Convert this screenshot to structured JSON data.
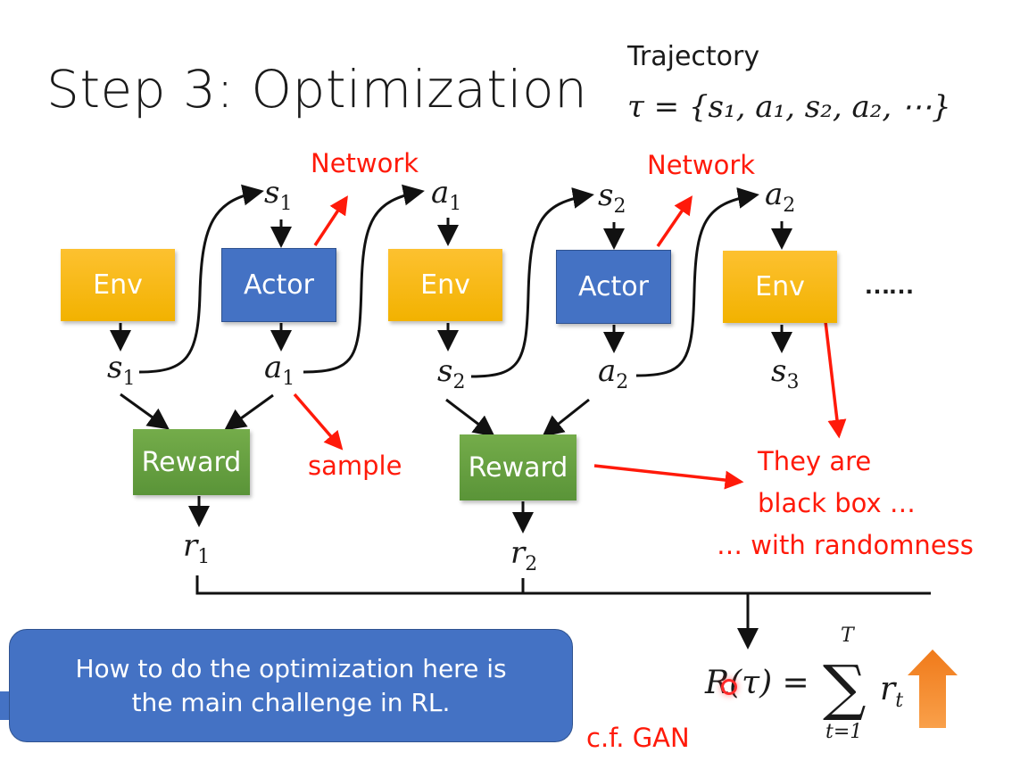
{
  "slide": {
    "title": "Step 3: Optimization",
    "trajectory": {
      "label": "Trajectory",
      "formula": "τ = {s₁, a₁, s₂, a₂, ⋯}"
    }
  },
  "diagram": {
    "boxes": [
      {
        "type": "env",
        "label": "Env"
      },
      {
        "type": "actor",
        "label": "Actor"
      },
      {
        "type": "env",
        "label": "Env"
      },
      {
        "type": "actor",
        "label": "Actor"
      },
      {
        "type": "env",
        "label": "Env"
      }
    ],
    "rewards": [
      {
        "label": "Reward"
      },
      {
        "label": "Reward"
      }
    ],
    "top_vars": [
      {
        "sym": "s",
        "sub": "1"
      },
      {
        "sym": "a",
        "sub": "1"
      },
      {
        "sym": "s",
        "sub": "2"
      },
      {
        "sym": "a",
        "sub": "2"
      }
    ],
    "bottom_vars": [
      {
        "sym": "s",
        "sub": "1"
      },
      {
        "sym": "a",
        "sub": "1"
      },
      {
        "sym": "s",
        "sub": "2"
      },
      {
        "sym": "a",
        "sub": "2"
      },
      {
        "sym": "s",
        "sub": "3"
      }
    ],
    "reward_vars": [
      {
        "sym": "r",
        "sub": "1"
      },
      {
        "sym": "r",
        "sub": "2"
      }
    ],
    "ellipsis": "……",
    "annotations": {
      "network_1": "Network",
      "network_2": "Network",
      "sample": "sample",
      "black_box_line1": "They are",
      "black_box_line2": "black box …",
      "black_box_line3": "… with randomness",
      "cf_gan": "c.f. GAN"
    },
    "objective": {
      "lhs": "R(τ) =",
      "sum_upper": "T",
      "sum_lower": "t=1",
      "term": "r",
      "term_sub": "t",
      "direction": "maximize (up arrow)"
    }
  },
  "callout": {
    "line1": "How to do the optimization here is",
    "line2": "the main challenge in RL."
  },
  "colors": {
    "env": "#fdc130",
    "actor": "#4472c4",
    "reward": "#6aa444",
    "annotation": "#ff1a0a",
    "up_arrow": "#f5862a"
  }
}
